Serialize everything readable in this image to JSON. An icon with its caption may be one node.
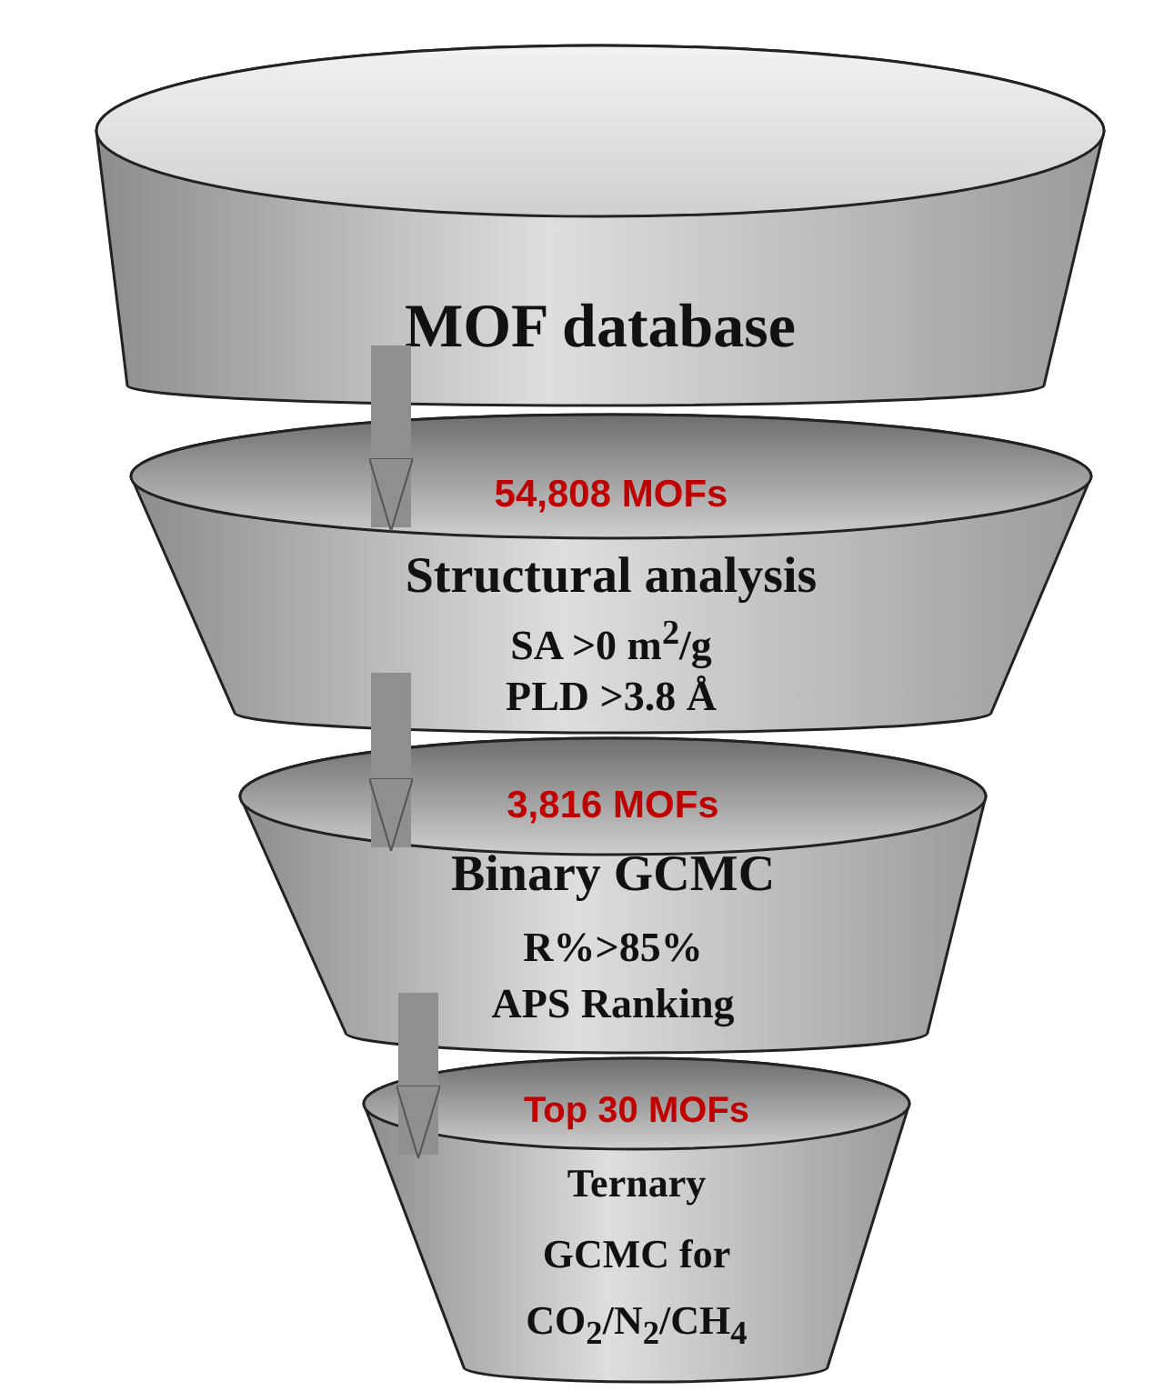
{
  "diagram": {
    "nodes": [
      {
        "text": [
          "MOF database"
        ]
      },
      {
        "text": [
          "54,808 MOFs",
          "Structural analysis",
          "SA >0 m$^{2}$/g",
          "PLD >3.8 Å"
        ]
      },
      {
        "text": [
          "3,816 MOFs",
          "Binary GCMC",
          "R%>85%",
          "APS Ranking"
        ]
      },
      {
        "text": [
          "Top 30 MOFs",
          "Ternary",
          "GCMC for",
          "CO$_{2}$/N$_{2}$/CH$_{4}$"
        ]
      }
    ],
    "edges": [
      {
        "from": 0,
        "to": 1,
        "arrow": "to"
      },
      {
        "from": 1,
        "to": 2,
        "arrow": "to"
      },
      {
        "from": 2,
        "to": 3,
        "arrow": "to"
      }
    ]
  }
}
